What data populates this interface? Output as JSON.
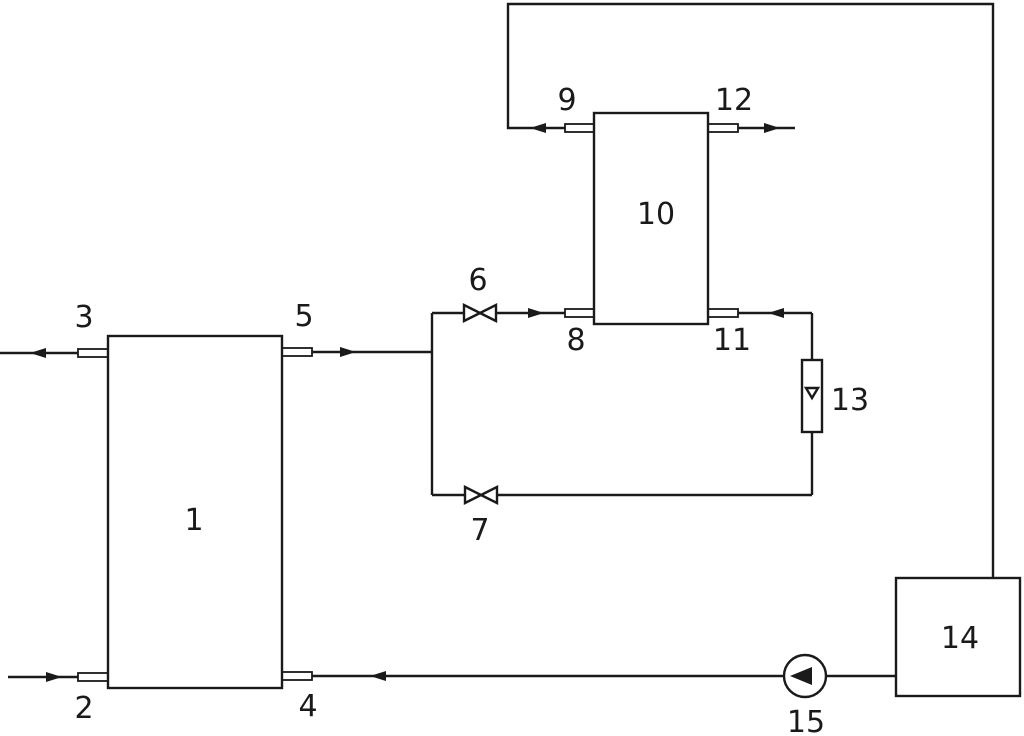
{
  "components": [
    {
      "id": "c1",
      "label": "1"
    },
    {
      "id": "c10",
      "label": "10"
    },
    {
      "id": "c14",
      "label": "14"
    },
    {
      "id": "c13",
      "label": "13"
    },
    {
      "id": "c15",
      "label": "15"
    }
  ],
  "ports": [
    {
      "id": "p2",
      "label": "2"
    },
    {
      "id": "p3",
      "label": "3"
    },
    {
      "id": "p4",
      "label": "4"
    },
    {
      "id": "p5",
      "label": "5"
    },
    {
      "id": "p8",
      "label": "8"
    },
    {
      "id": "p9",
      "label": "9"
    },
    {
      "id": "p11",
      "label": "11"
    },
    {
      "id": "p12",
      "label": "12"
    }
  ],
  "valves": [
    {
      "id": "v6",
      "label": "6"
    },
    {
      "id": "v7",
      "label": "7"
    }
  ],
  "colors": {
    "line": "#1a1a1a",
    "background": "#ffffff"
  }
}
